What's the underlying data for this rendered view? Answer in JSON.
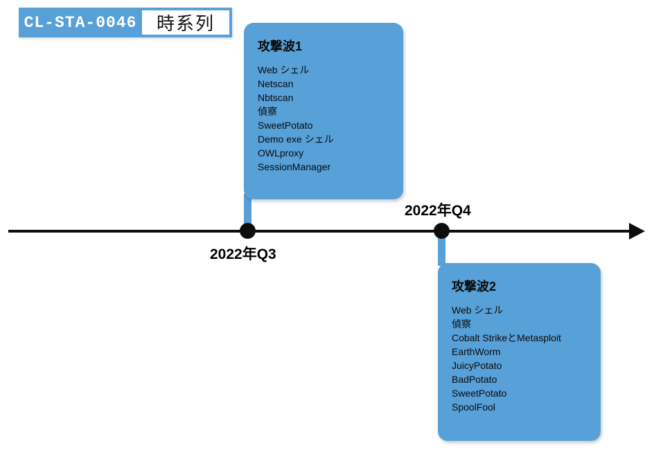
{
  "badge": {
    "cluster_id": "CL-STA-0046",
    "title": "時系列"
  },
  "colors": {
    "accent_blue": "#57A0D8",
    "axis_black": "#0d0d0d",
    "badge_text": "#ffffff"
  },
  "timeline": {
    "markers": [
      {
        "date": "2022年Q3",
        "label_position": "below"
      },
      {
        "date": "2022年Q4",
        "label_position": "above"
      }
    ]
  },
  "waves": [
    {
      "title": "攻撃波1",
      "items": [
        "Web シェル",
        "Netscan",
        "Nbtscan",
        "偵察",
        "SweetPotato",
        "Demo exe シェル",
        "OWLproxy",
        "SessionManager"
      ]
    },
    {
      "title": "攻撃波2",
      "items": [
        "Web シェル",
        "偵察",
        "Cobalt StrikeとMetasploit",
        "EarthWorm",
        "JuicyPotato",
        "BadPotato",
        "SweetPotato",
        "SpoolFool"
      ]
    }
  ]
}
